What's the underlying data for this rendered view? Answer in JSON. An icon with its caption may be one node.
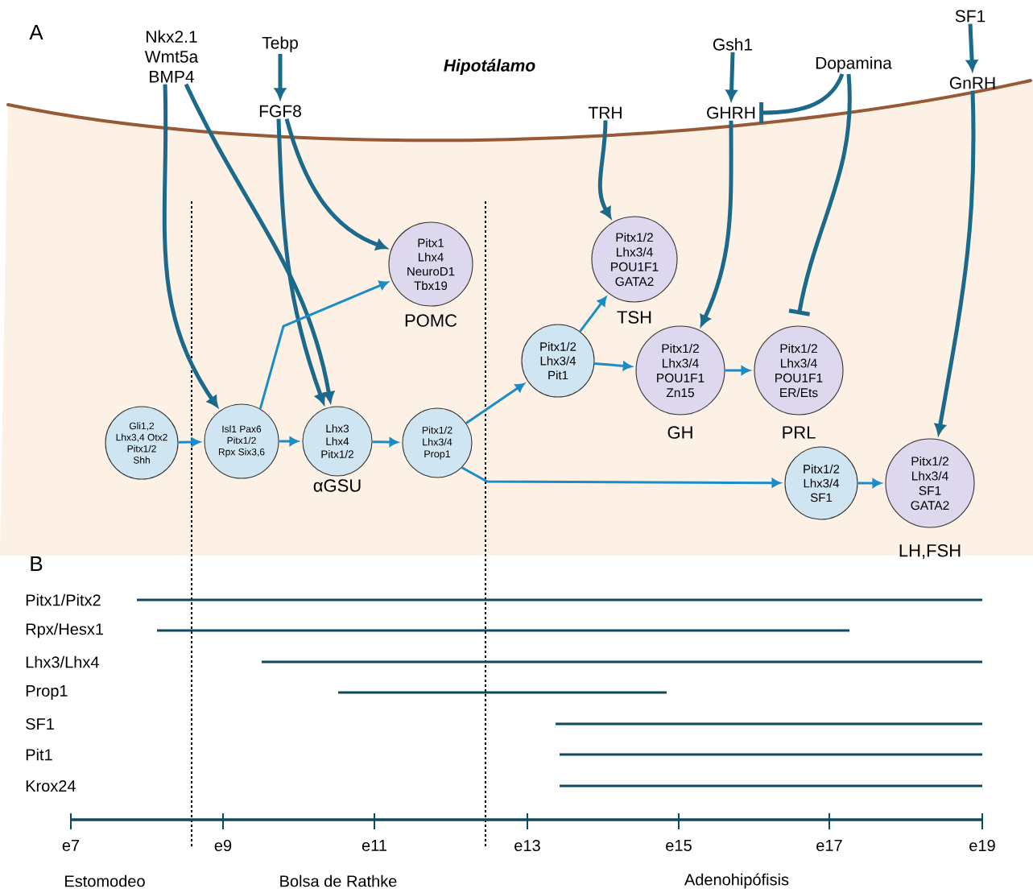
{
  "diagram": {
    "nodes": [
      {
        "text": [
          "Nkx2.1",
          "Wmt5a",
          "BMP4"
        ]
      },
      {
        "text": [
          "Tebp"
        ]
      },
      {
        "text": [
          "FGF8"
        ]
      },
      {
        "text": [
          "Gsh1"
        ]
      },
      {
        "text": [
          "GHRH"
        ]
      },
      {
        "text": [
          "TRH"
        ]
      },
      {
        "text": [
          "Dopamina"
        ]
      },
      {
        "text": [
          "SF1"
        ]
      },
      {
        "text": [
          "GnRH"
        ]
      },
      {
        "text": [
          "Gli1,2",
          "Lhx3,4 Otx2",
          "Pitx1/2",
          "Shh"
        ]
      },
      {
        "text": [
          "Isl1 Pax6",
          "Pitx1/2",
          "Rpx Six3,6"
        ]
      },
      {
        "text": [
          "Lhx3",
          "Lhx4",
          "Pitx1/2"
        ],
        "beside": [
          "αGSU"
        ]
      },
      {
        "text": [
          "Pitx1/2",
          "Lhx3/4",
          "Prop1"
        ]
      },
      {
        "text": [
          "Pitx1",
          "Lhx4",
          "NeuroD1",
          "Tbx19"
        ],
        "beside": [
          "POMC"
        ]
      },
      {
        "text": [
          "Pitx1/2",
          "Lhx3/4",
          "Pit1"
        ]
      },
      {
        "text": [
          "Pitx1/2",
          "Lhx3/4",
          "POU1F1",
          "GATA2"
        ],
        "beside": [
          "TSH"
        ]
      },
      {
        "text": [
          "Pitx1/2",
          "Lhx3/4",
          "POU1F1",
          "Zn15"
        ],
        "beside": [
          "GH"
        ]
      },
      {
        "text": [
          "Pitx1/2",
          "Lhx3/4",
          "POU1F1",
          "ER/Ets"
        ],
        "beside": [
          "PRL"
        ]
      },
      {
        "text": [
          "Pitx1/2",
          "Lhx3/4",
          "SF1"
        ]
      },
      {
        "text": [
          "Pitx1/2",
          "Lhx3/4",
          "SF1",
          "GATA2"
        ],
        "beside": [
          "LH,FSH"
        ]
      }
    ],
    "edges": [
      {
        "from": 1,
        "to": 2,
        "arrow": "to"
      },
      {
        "from": 3,
        "to": 4,
        "arrow": "to"
      },
      {
        "from": 7,
        "to": 8,
        "arrow": "to"
      },
      {
        "from": 0,
        "to": 10,
        "arrow": "to"
      },
      {
        "from": 0,
        "to": 11,
        "arrow": "to"
      },
      {
        "from": 2,
        "to": 11,
        "arrow": "to"
      },
      {
        "from": 2,
        "to": 13,
        "arrow": "to"
      },
      {
        "from": 5,
        "to": 15,
        "arrow": "to"
      },
      {
        "from": 4,
        "to": 16,
        "arrow": "to"
      },
      {
        "from": 6,
        "to": 4,
        "arrow": "other"
      },
      {
        "from": 6,
        "to": 17,
        "arrow": "other"
      },
      {
        "from": 8,
        "to": 19,
        "arrow": "to"
      },
      {
        "from": 9,
        "to": 10,
        "arrow": "to",
        "color": "#1a8cc8"
      },
      {
        "from": 10,
        "to": 11,
        "arrow": "to",
        "color": "#1a8cc8"
      },
      {
        "from": 11,
        "to": 12,
        "arrow": "to",
        "color": "#1a8cc8"
      },
      {
        "from": 10,
        "to": 13,
        "arrow": "to",
        "color": "#1a8cc8"
      },
      {
        "from": 12,
        "to": 14,
        "arrow": "to",
        "color": "#1a8cc8"
      },
      {
        "from": 14,
        "to": 15,
        "arrow": "to",
        "color": "#1a8cc8"
      },
      {
        "from": 14,
        "to": 16,
        "arrow": "to",
        "color": "#1a8cc8"
      },
      {
        "from": 16,
        "to": 17,
        "arrow": "to",
        "color": "#1a8cc8"
      },
      {
        "from": 12,
        "to": 18,
        "arrow": "to",
        "color": "#1a8cc8"
      },
      {
        "from": 18,
        "to": 19,
        "arrow": "to",
        "color": "#1a8cc8"
      }
    ],
    "labels": [
      "A",
      "Hipotálamo",
      "B",
      "Pitx1/Pitx2",
      "Rpx/Hesx1",
      "Lhx3/Lhx4",
      "Prop1",
      "SF1",
      "Pit1",
      "Krox24",
      "e7",
      "e9",
      "e11",
      "e13",
      "e15",
      "e17",
      "e19",
      "Estomodeo",
      "Bolsa de Rathke",
      "Adenohipófisis"
    ]
  }
}
